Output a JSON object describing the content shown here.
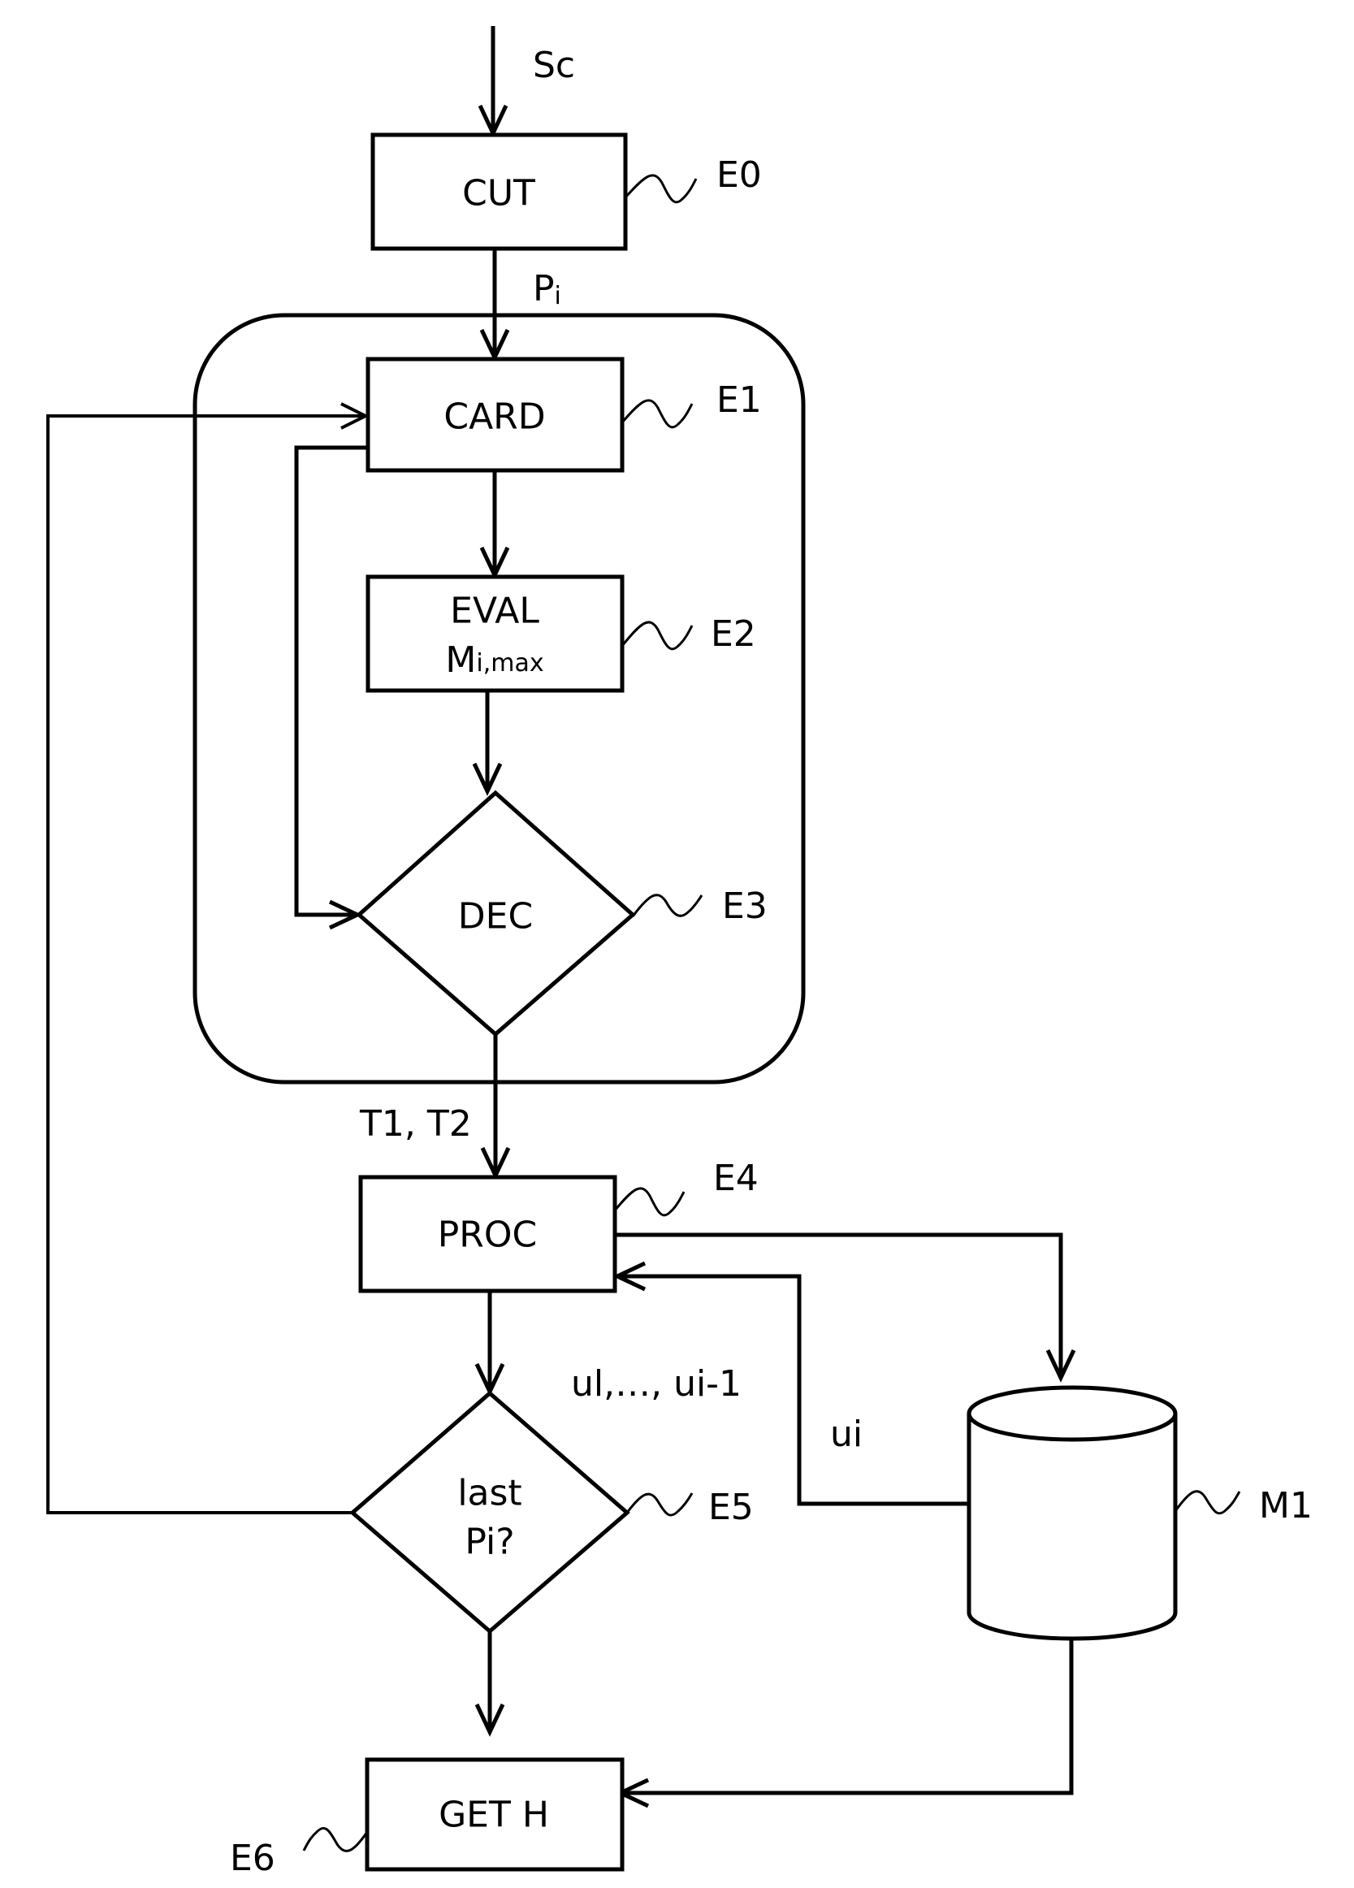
{
  "diagram": {
    "input_signal": "Sc",
    "container_label": "",
    "steps": [
      {
        "id": "E0",
        "label": "CUT",
        "shape": "rectangle"
      },
      {
        "id": "E1",
        "label": "CARD",
        "shape": "rectangle"
      },
      {
        "id": "E2",
        "label": "EVAL",
        "sublabel_main": "M",
        "sublabel_sub": "i,max",
        "shape": "rectangle"
      },
      {
        "id": "E3",
        "label": "DEC",
        "shape": "diamond"
      },
      {
        "id": "E4",
        "label": "PROC",
        "shape": "rectangle"
      },
      {
        "id": "E5",
        "label_line1": "last",
        "label_line2": "Pi?",
        "shape": "diamond"
      },
      {
        "id": "E6",
        "label": "GET H",
        "shape": "rectangle"
      }
    ],
    "memory": {
      "id": "M1",
      "shape": "cylinder"
    },
    "edge_labels": {
      "cut_to_card_main": "P",
      "cut_to_card_sub": "i",
      "dec_to_proc": "T1, T2",
      "memory_to_proc": "ui",
      "proc_to_decision": "ul,…, ui-1"
    },
    "edges": [
      {
        "from": "Sc",
        "to": "E0"
      },
      {
        "from": "E0",
        "to": "E1",
        "label": "Pi"
      },
      {
        "from": "E1",
        "to": "E2"
      },
      {
        "from": "E2",
        "to": "E3"
      },
      {
        "from": "E1",
        "to": "E3",
        "note": "loop"
      },
      {
        "from": "E3",
        "to": "E4",
        "label": "T1, T2"
      },
      {
        "from": "E4",
        "to": "M1"
      },
      {
        "from": "M1",
        "to": "E4",
        "label": "ui"
      },
      {
        "from": "E4",
        "to": "E5",
        "label": "ul,…, ui-1"
      },
      {
        "from": "E5",
        "to": "E1",
        "note": "loop"
      },
      {
        "from": "E5",
        "to": "E6"
      },
      {
        "from": "M1",
        "to": "E6"
      }
    ]
  }
}
